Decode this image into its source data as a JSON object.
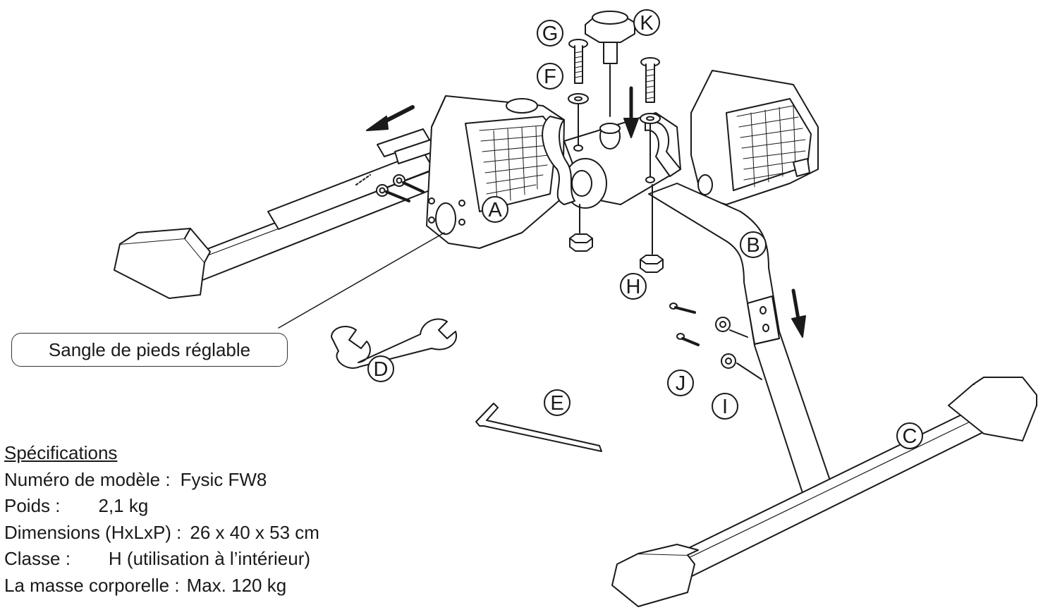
{
  "callout": {
    "text": "Sangle de pieds réglable"
  },
  "parts": {
    "A": "A",
    "B": "B",
    "C": "C",
    "D": "D",
    "E": "E",
    "F": "F",
    "G": "G",
    "H": "H",
    "I": "I",
    "J": "J",
    "K": "K"
  },
  "specs": {
    "title": "Spécifications",
    "rows": [
      {
        "label": "Numéro de modèle :",
        "value": "Fysic FW8"
      },
      {
        "label": "Poids :",
        "value": "2,1 kg"
      },
      {
        "label": "Dimensions (HxLxP) :",
        "value": "26 x 40 x 53 cm"
      },
      {
        "label": "Classe :",
        "value": "H (utilisation à l’intérieur)"
      },
      {
        "label": "La masse corporelle :",
        "value": "Max. 120 kg"
      }
    ]
  },
  "colors": {
    "line": "#1a1a1a",
    "fill": "#ffffff"
  }
}
